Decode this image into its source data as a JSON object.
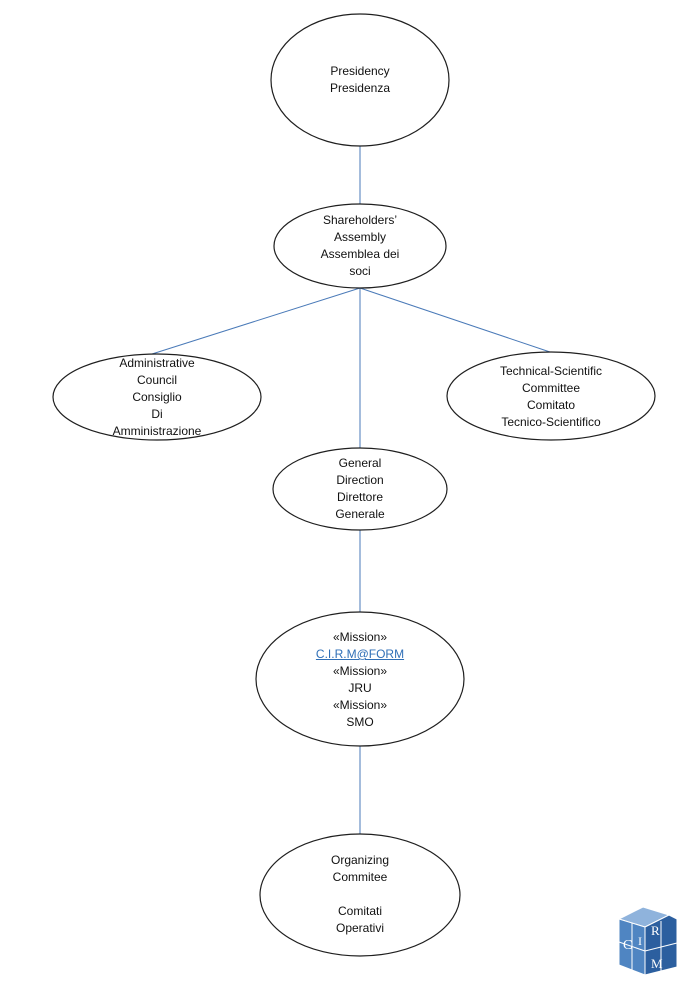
{
  "colors": {
    "node_stroke": "#1f1f1f",
    "connector": "#4a7ab8",
    "link_text": "#2f6fb7",
    "logo_light": "#8fb3dc",
    "logo_mid": "#4f85c2",
    "logo_dark": "#2c5f9f"
  },
  "nodes": {
    "presidency": {
      "lines": [
        "Presidency",
        "Presidenza"
      ]
    },
    "shareholders": {
      "lines": [
        "Shareholders’",
        "Assembly",
        "Assemblea dei",
        "soci"
      ]
    },
    "admin_council": {
      "lines": [
        "Administrative",
        "Council",
        "Consiglio",
        "Di",
        "Amministrazione"
      ]
    },
    "tech_committee": {
      "lines": [
        "Technical-Scientific",
        "Committee",
        "Comitato",
        "Tecnico-Scientifico"
      ]
    },
    "general_direction": {
      "lines": [
        "General",
        "Direction",
        "Direttore",
        "Generale"
      ]
    },
    "mission": {
      "lines": [
        "«Mission»",
        "C.I.R.M@FORM",
        "«Mission»",
        "JRU",
        "«Mission»",
        "SMO"
      ]
    },
    "organizing": {
      "lines": [
        "Organizing",
        "Commitee",
        "",
        "Comitati",
        "Operativi"
      ]
    }
  },
  "logo": {
    "letters": [
      "C",
      "I",
      "R",
      "M"
    ]
  }
}
